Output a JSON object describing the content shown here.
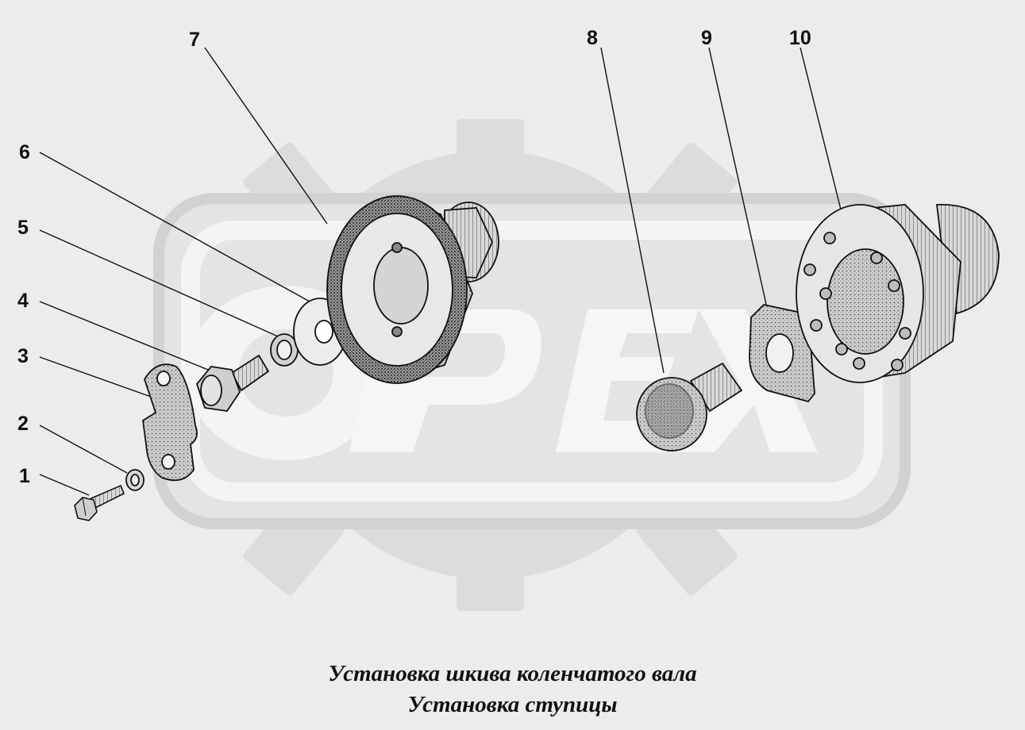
{
  "labels": {
    "p1": "1",
    "p2": "2",
    "p3": "3",
    "p4": "4",
    "p5": "5",
    "p6": "6",
    "p7": "7",
    "p8": "8",
    "p9": "9",
    "p10": "10"
  },
  "captions": {
    "line1": "Установка шкива коленчатого вала",
    "line2": "Установка ступицы"
  },
  "colors": {
    "background": "#ececec",
    "watermark": "#dcdcdc",
    "ink": "#111111"
  }
}
